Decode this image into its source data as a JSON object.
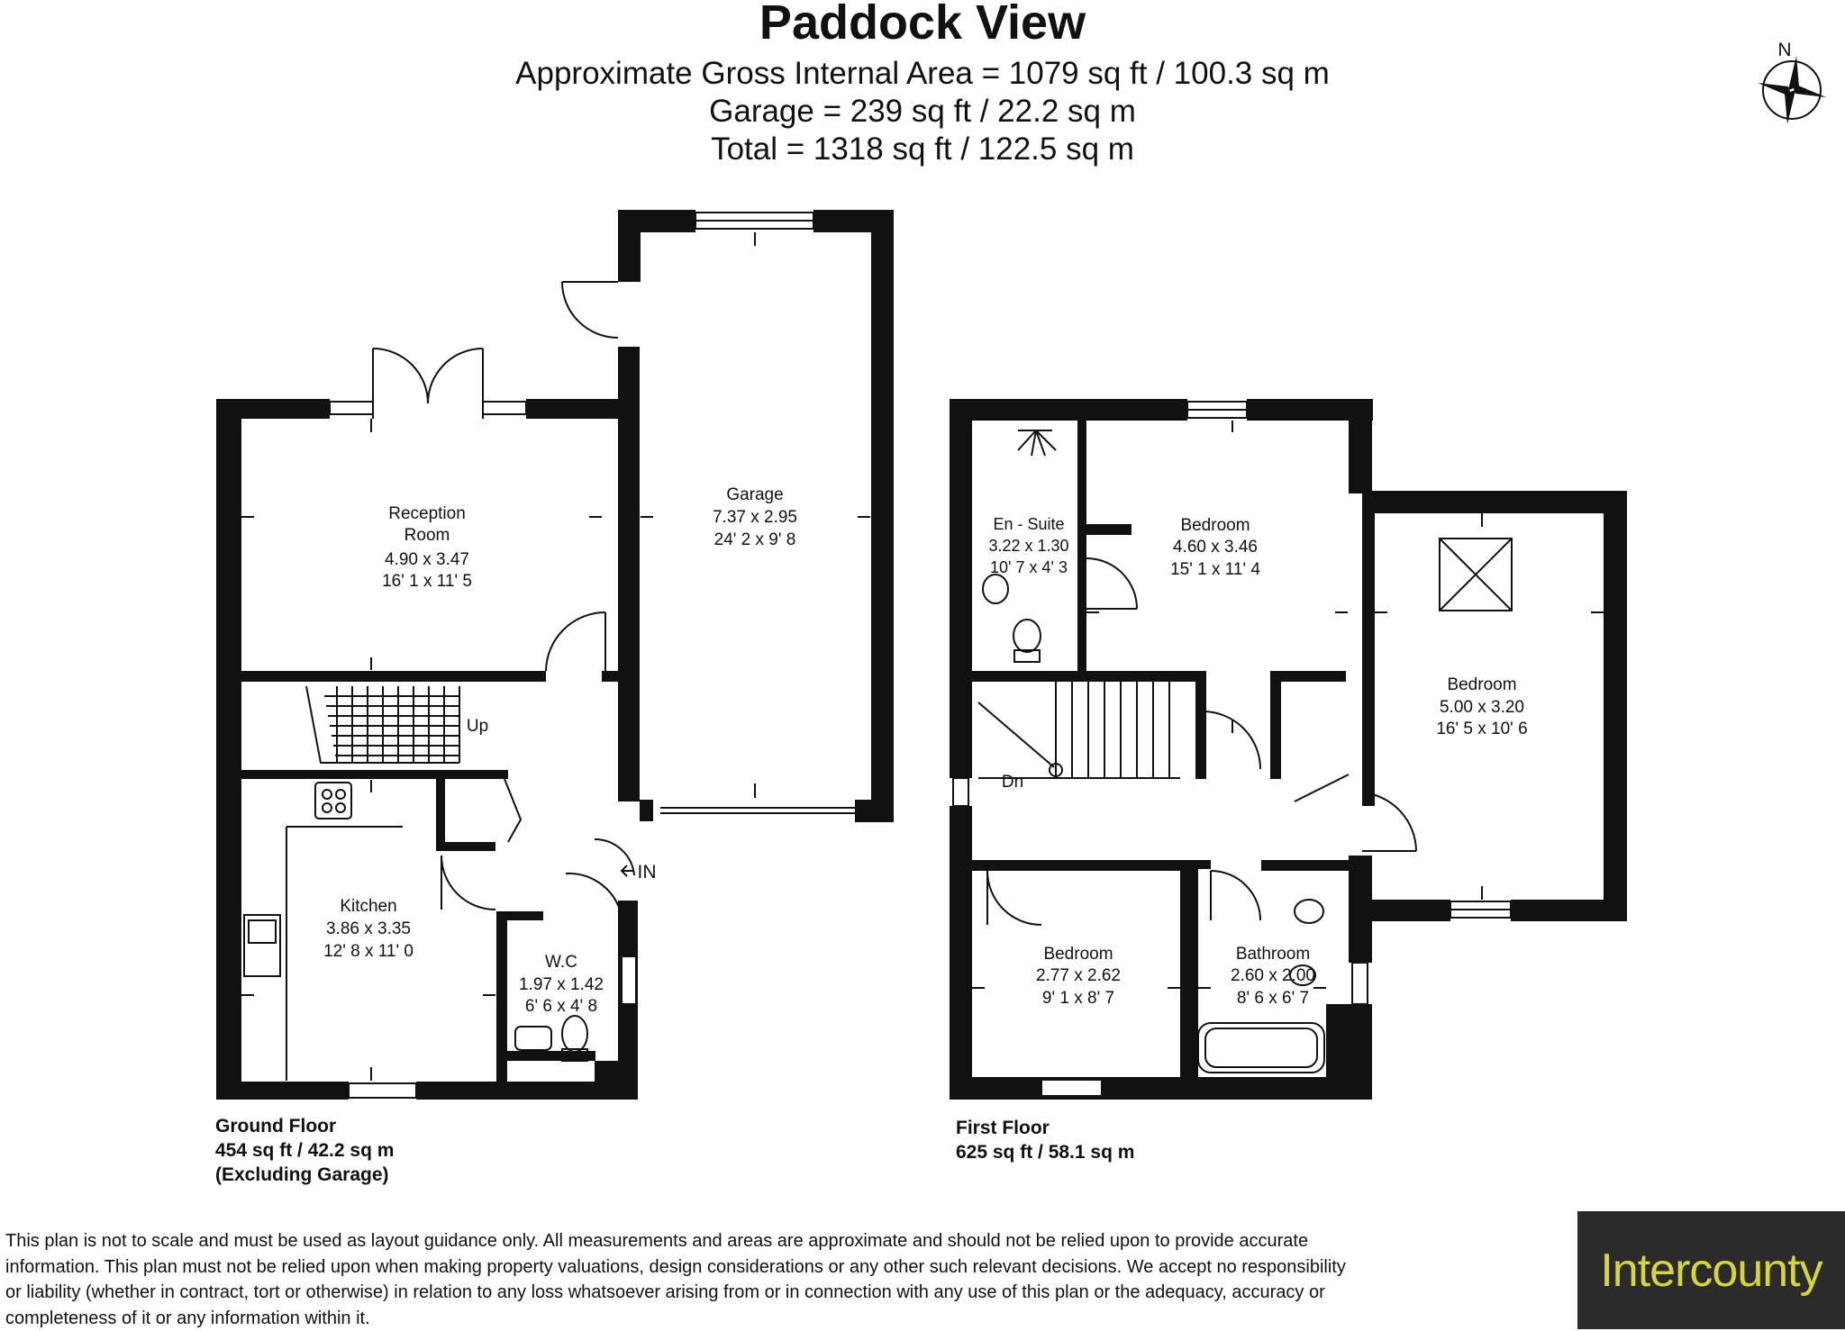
{
  "header": {
    "title": "Paddock View",
    "gross_area": "Approximate Gross Internal Area = 1079 sq ft / 100.3 sq m",
    "garage_area": "Garage = 239 sq ft / 22.2 sq m",
    "total_area": "Total = 1318 sq ft / 122.5 sq m"
  },
  "compass": {
    "label": "N"
  },
  "ground_floor": {
    "rooms": {
      "reception": {
        "name1": "Reception",
        "name2": "Room",
        "metric": "4.90 x 3.47",
        "imperial": "16' 1 x 11' 5"
      },
      "garage": {
        "name": "Garage",
        "metric": "7.37 x 2.95",
        "imperial": "24' 2 x 9' 8"
      },
      "kitchen": {
        "name": "Kitchen",
        "metric": "3.86 x 3.35",
        "imperial": "12' 8 x 11' 0"
      },
      "wc": {
        "name": "W.C",
        "metric": "1.97 x 1.42",
        "imperial": "6' 6 x 4' 8"
      }
    },
    "stairs_label": "Up",
    "entrance_label": "IN",
    "footer": {
      "name": "Ground Floor",
      "area": "454 sq ft / 42.2 sq m",
      "note": "(Excluding Garage)"
    }
  },
  "first_floor": {
    "rooms": {
      "ensuite": {
        "name": "En - Suite",
        "metric": "3.22 x 1.30",
        "imperial": "10' 7 x 4' 3"
      },
      "bedroom1": {
        "name": "Bedroom",
        "metric": "4.60 x 3.46",
        "imperial": "15' 1 x 11' 4"
      },
      "bedroom2": {
        "name": "Bedroom",
        "metric": "5.00 x 3.20",
        "imperial": "16' 5 x 10' 6"
      },
      "bedroom3": {
        "name": "Bedroom",
        "metric": "2.77 x 2.62",
        "imperial": "9' 1 x 8' 7"
      },
      "bathroom": {
        "name": "Bathroom",
        "metric": "2.60 x 2.00",
        "imperial": "8' 6 x 6' 7"
      }
    },
    "stairs_label": "Dn",
    "footer": {
      "name": "First Floor",
      "area": "625 sq ft / 58.1 sq m"
    }
  },
  "disclaimer": "This plan is not to scale and must be used as layout guidance only. All measurements and areas are approximate and should not be relied upon to provide accurate information. This plan must not be relied upon when making property valuations, design considerations or any other such relevant decisions. We accept no responsibility or liability (whether in contract, tort or otherwise) in relation to any loss whatsoever arising from or in connection with any use of this plan or the adequacy, accuracy or completeness of it or any information within it.",
  "brand": {
    "name": "Intercounty",
    "text_color": "#d7d53b",
    "bg_color": "#2b2b2b"
  }
}
